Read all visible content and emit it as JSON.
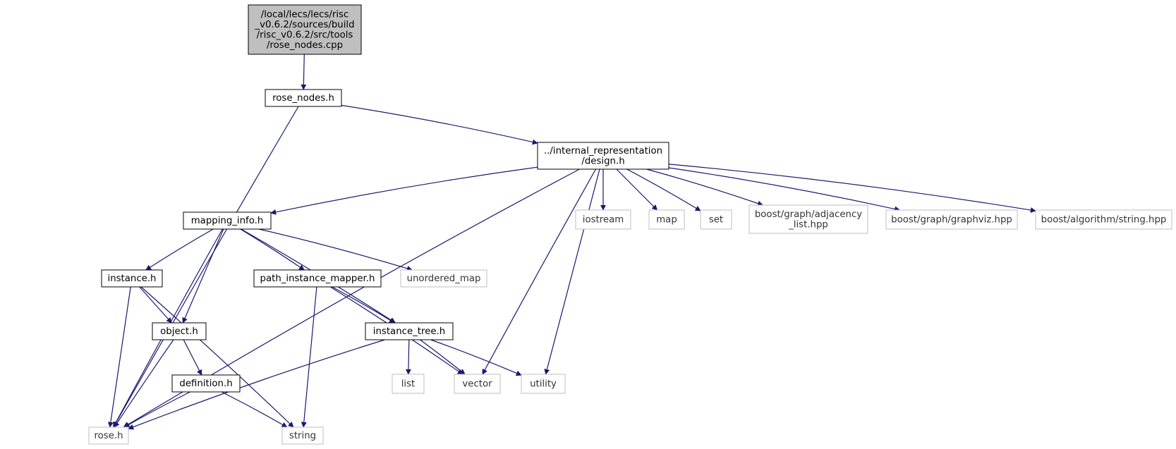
{
  "nodes": [
    {
      "id": "root",
      "lines": [
        "/local/lecs/lecs/risc",
        "_v0.6.2/sources/build",
        "/risc_v0.6.2/src/tools",
        "/rose_nodes.cpp"
      ],
      "style": "root"
    },
    {
      "id": "rose_nodes_h",
      "lines": [
        "rose_nodes.h"
      ],
      "style": "internal"
    },
    {
      "id": "design_h",
      "lines": [
        "../internal_representation",
        "/design.h"
      ],
      "style": "internal"
    },
    {
      "id": "rose_h",
      "lines": [
        "rose.h"
      ],
      "style": "external"
    },
    {
      "id": "mapping_info_h",
      "lines": [
        "mapping_info.h"
      ],
      "style": "internal"
    },
    {
      "id": "iostream",
      "lines": [
        "iostream"
      ],
      "style": "external"
    },
    {
      "id": "map",
      "lines": [
        "map"
      ],
      "style": "external"
    },
    {
      "id": "set",
      "lines": [
        "set"
      ],
      "style": "external"
    },
    {
      "id": "adjacency_list",
      "lines": [
        "boost/graph/adjacency",
        "_list.hpp"
      ],
      "style": "external"
    },
    {
      "id": "graphviz",
      "lines": [
        "boost/graph/graphviz.hpp"
      ],
      "style": "external"
    },
    {
      "id": "algo_string",
      "lines": [
        "boost/algorithm/string.hpp"
      ],
      "style": "external"
    },
    {
      "id": "instance_h",
      "lines": [
        "instance.h"
      ],
      "style": "internal"
    },
    {
      "id": "path_instance_mapper_h",
      "lines": [
        "path_instance_mapper.h"
      ],
      "style": "internal"
    },
    {
      "id": "unordered_map",
      "lines": [
        "unordered_map"
      ],
      "style": "external"
    },
    {
      "id": "object_h",
      "lines": [
        "object.h"
      ],
      "style": "internal"
    },
    {
      "id": "instance_tree_h",
      "lines": [
        "instance_tree.h"
      ],
      "style": "internal"
    },
    {
      "id": "definition_h",
      "lines": [
        "definition.h"
      ],
      "style": "internal"
    },
    {
      "id": "list",
      "lines": [
        "list"
      ],
      "style": "external"
    },
    {
      "id": "vector",
      "lines": [
        "vector"
      ],
      "style": "external"
    },
    {
      "id": "utility",
      "lines": [
        "utility"
      ],
      "style": "external"
    },
    {
      "id": "string",
      "lines": [
        "string"
      ],
      "style": "external"
    }
  ],
  "edges": [
    [
      "root",
      "rose_nodes_h"
    ],
    [
      "rose_nodes_h",
      "rose_h"
    ],
    [
      "rose_nodes_h",
      "design_h"
    ],
    [
      "design_h",
      "rose_h"
    ],
    [
      "design_h",
      "mapping_info_h"
    ],
    [
      "design_h",
      "vector"
    ],
    [
      "design_h",
      "utility"
    ],
    [
      "design_h",
      "iostream"
    ],
    [
      "design_h",
      "map"
    ],
    [
      "design_h",
      "set"
    ],
    [
      "design_h",
      "adjacency_list"
    ],
    [
      "design_h",
      "graphviz"
    ],
    [
      "design_h",
      "algo_string"
    ],
    [
      "mapping_info_h",
      "rose_h"
    ],
    [
      "mapping_info_h",
      "instance_h"
    ],
    [
      "mapping_info_h",
      "object_h"
    ],
    [
      "mapping_info_h",
      "instance_tree_h"
    ],
    [
      "mapping_info_h",
      "path_instance_mapper_h"
    ],
    [
      "mapping_info_h",
      "unordered_map"
    ],
    [
      "instance_h",
      "rose_h"
    ],
    [
      "instance_h",
      "object_h"
    ],
    [
      "instance_h",
      "string"
    ],
    [
      "path_instance_mapper_h",
      "string"
    ],
    [
      "path_instance_mapper_h",
      "instance_tree_h"
    ],
    [
      "path_instance_mapper_h",
      "vector"
    ],
    [
      "object_h",
      "rose_h"
    ],
    [
      "object_h",
      "definition_h"
    ],
    [
      "instance_tree_h",
      "rose_h"
    ],
    [
      "instance_tree_h",
      "list"
    ],
    [
      "instance_tree_h",
      "vector"
    ],
    [
      "instance_tree_h",
      "utility"
    ],
    [
      "definition_h",
      "rose_h"
    ],
    [
      "definition_h",
      "string"
    ]
  ],
  "colors": {
    "edge": "#191970",
    "root_fill": "#bfbfbf",
    "internal_border": "#000000",
    "external_border": "#bfbfbf",
    "external_text": "#333333"
  }
}
